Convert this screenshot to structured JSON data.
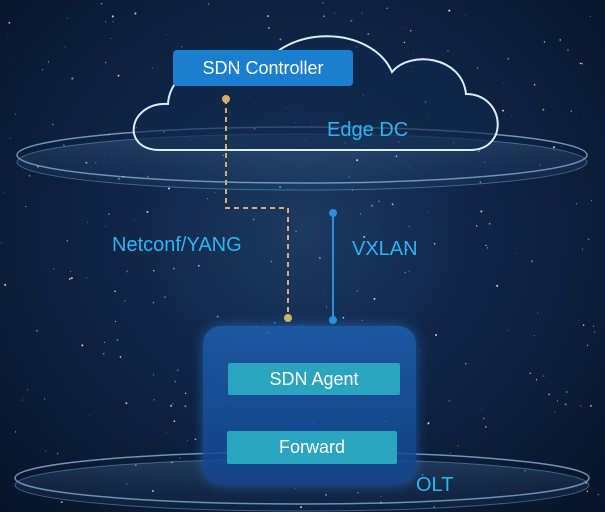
{
  "edge_dc": {
    "controller_label": "SDN Controller",
    "site_label": "Edge DC"
  },
  "links": {
    "management_label": "Netconf/YANG",
    "data_label": "VXLAN"
  },
  "olt": {
    "agent_label": "SDN Agent",
    "forward_label": "Forward",
    "site_label": "OLT"
  },
  "colors": {
    "label_text": "#29b6f6",
    "controller_fill": "#1a7fcf",
    "module_fill": "#2ba4bf",
    "management_line": "#d4b06a",
    "data_line": "#2a8fe0"
  }
}
